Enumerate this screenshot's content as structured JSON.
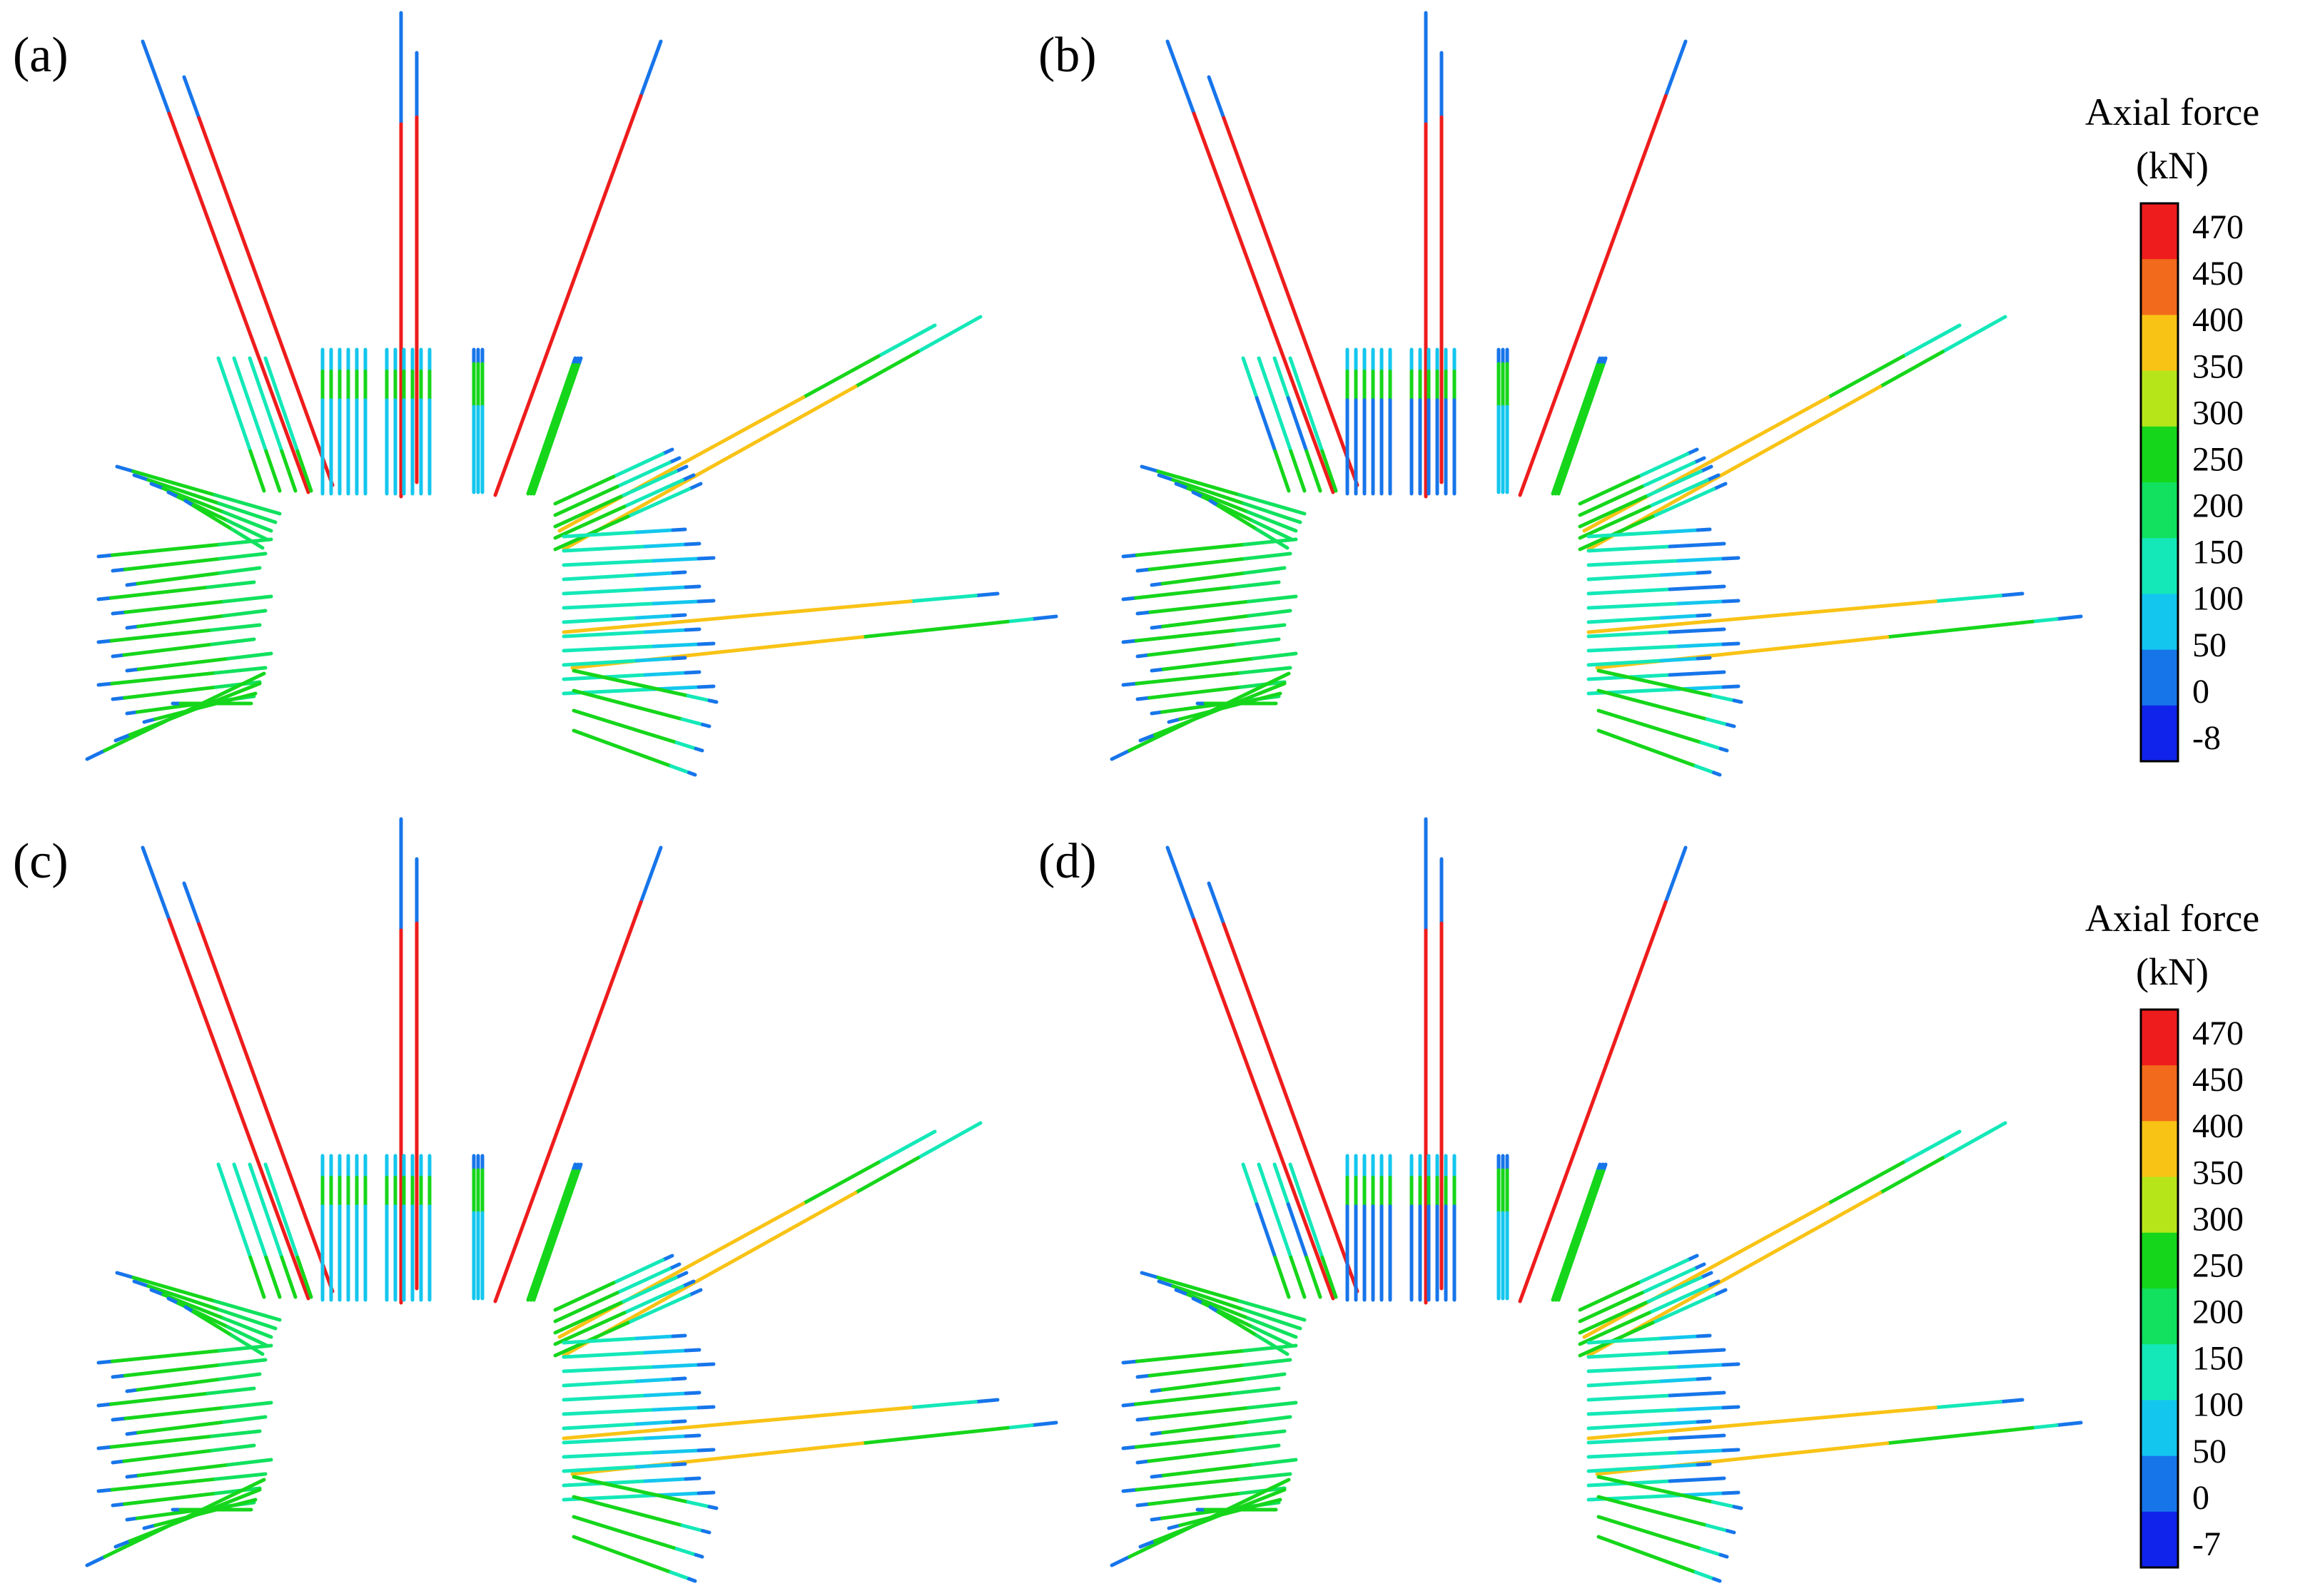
{
  "panels": [
    {
      "label": "(a)",
      "variant": "a",
      "legend_index": 0
    },
    {
      "label": "(b)",
      "variant": "b",
      "legend_index": 0
    },
    {
      "label": "(c)",
      "variant": "c",
      "legend_index": 1
    },
    {
      "label": "(d)",
      "variant": "d",
      "legend_index": 1
    }
  ],
  "legends": [
    {
      "title_line1": "Axial force",
      "title_line2": "(kN)",
      "ticks": [
        "470",
        "450",
        "400",
        "350",
        "300",
        "250",
        "200",
        "150",
        "100",
        "50",
        "0",
        "-8"
      ]
    },
    {
      "title_line1": "Axial force",
      "title_line2": "(kN)",
      "ticks": [
        "470",
        "450",
        "400",
        "350",
        "300",
        "250",
        "200",
        "150",
        "100",
        "50",
        "0",
        "-7"
      ]
    }
  ],
  "colors": {
    "bands_top_to_bottom": [
      "#ee1c1c",
      "#f26a1b",
      "#f9c316",
      "#b6e61a",
      "#16d61b",
      "#11e15e",
      "#14e8b8",
      "#13c6ee",
      "#1775ea",
      "#1023ea"
    ],
    "frame": "#000000",
    "background": "#ffffff"
  }
}
